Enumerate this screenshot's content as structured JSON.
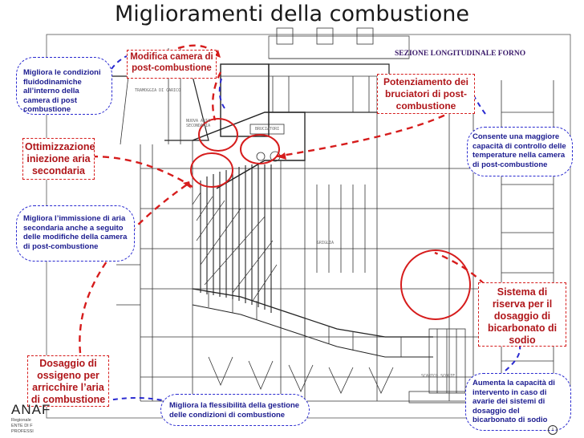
{
  "title": "Miglioramenti della combustione",
  "section_label": "SEZIONE LONGITUDINALE FORNO",
  "callouts": {
    "modifica_camera": "Modifica camera di post-combustione",
    "migliora_condizioni": "Migliora le condizioni fluidodinamiche all’interno della camera di post combustione",
    "potenziamento": "Potenziamento dei bruciatori di post-combustione",
    "consente": "Consente una maggiore capacità di controllo delle temperature nella camera di post-combustione",
    "ottimizzazione": "Ottimizzazione iniezione aria secondaria",
    "migliora_immissione": "Migliora l’immissione di aria secondaria anche a seguito delle modifiche della camera di post-combustione",
    "sistema_riserva": "Sistema di riserva per il dosaggio di bicarbonato di sodio",
    "dosaggio_ossigeno": "Dosaggio di ossigeno per arricchire l’aria di combustione",
    "aumenta_capacita": "Aumenta la capacità di intervento in caso di avarie dei sistemi di dosaggio del bicarbonato di sodio",
    "migliora_flessibilita": "Migliora la flessibilità della gestione delle condizioni di combustione"
  },
  "logo": {
    "name": "ANAF",
    "line1": "Regionale",
    "line2": "ENTE DI F",
    "line3": "PROFESSI"
  },
  "drawing_labels": {
    "nuova_aria": "NUOVA ARIA SECONDARIA",
    "bruciatori": "BRUCIATORI",
    "griglia": "GRIGLIA",
    "scarico": "SCARICO SCORIE",
    "tramoggia": "TRAMOGGIA DI CARICO"
  },
  "colors": {
    "red_accent": "#d61c1c",
    "blue_accent": "#2a2ad0"
  },
  "license_icon": "cc-icon"
}
